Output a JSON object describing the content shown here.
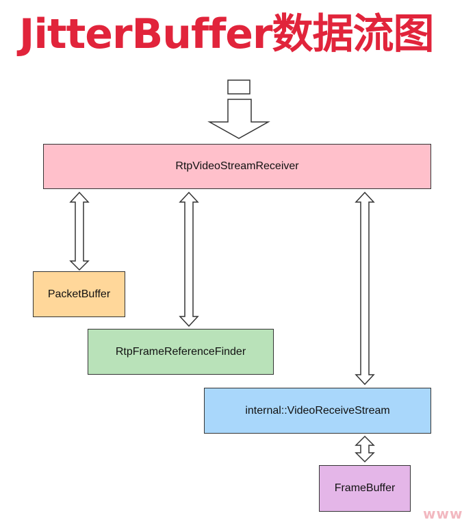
{
  "title": "JitterBuffer数据流图",
  "nodes": {
    "receiver": {
      "label": "RtpVideoStreamReceiver",
      "color": "#ffc0cb"
    },
    "packet_buffer": {
      "label": "PacketBuffer",
      "color": "#ffd79a"
    },
    "frame_finder": {
      "label": "RtpFrameReferenceFinder",
      "color": "#b9e2b9"
    },
    "receive_stream": {
      "label": "internal::VideoReceiveStream",
      "color": "#a9d7fb"
    },
    "frame_buffer": {
      "label": "FrameBuffer",
      "color": "#e4b6e8"
    }
  },
  "watermark": "www"
}
